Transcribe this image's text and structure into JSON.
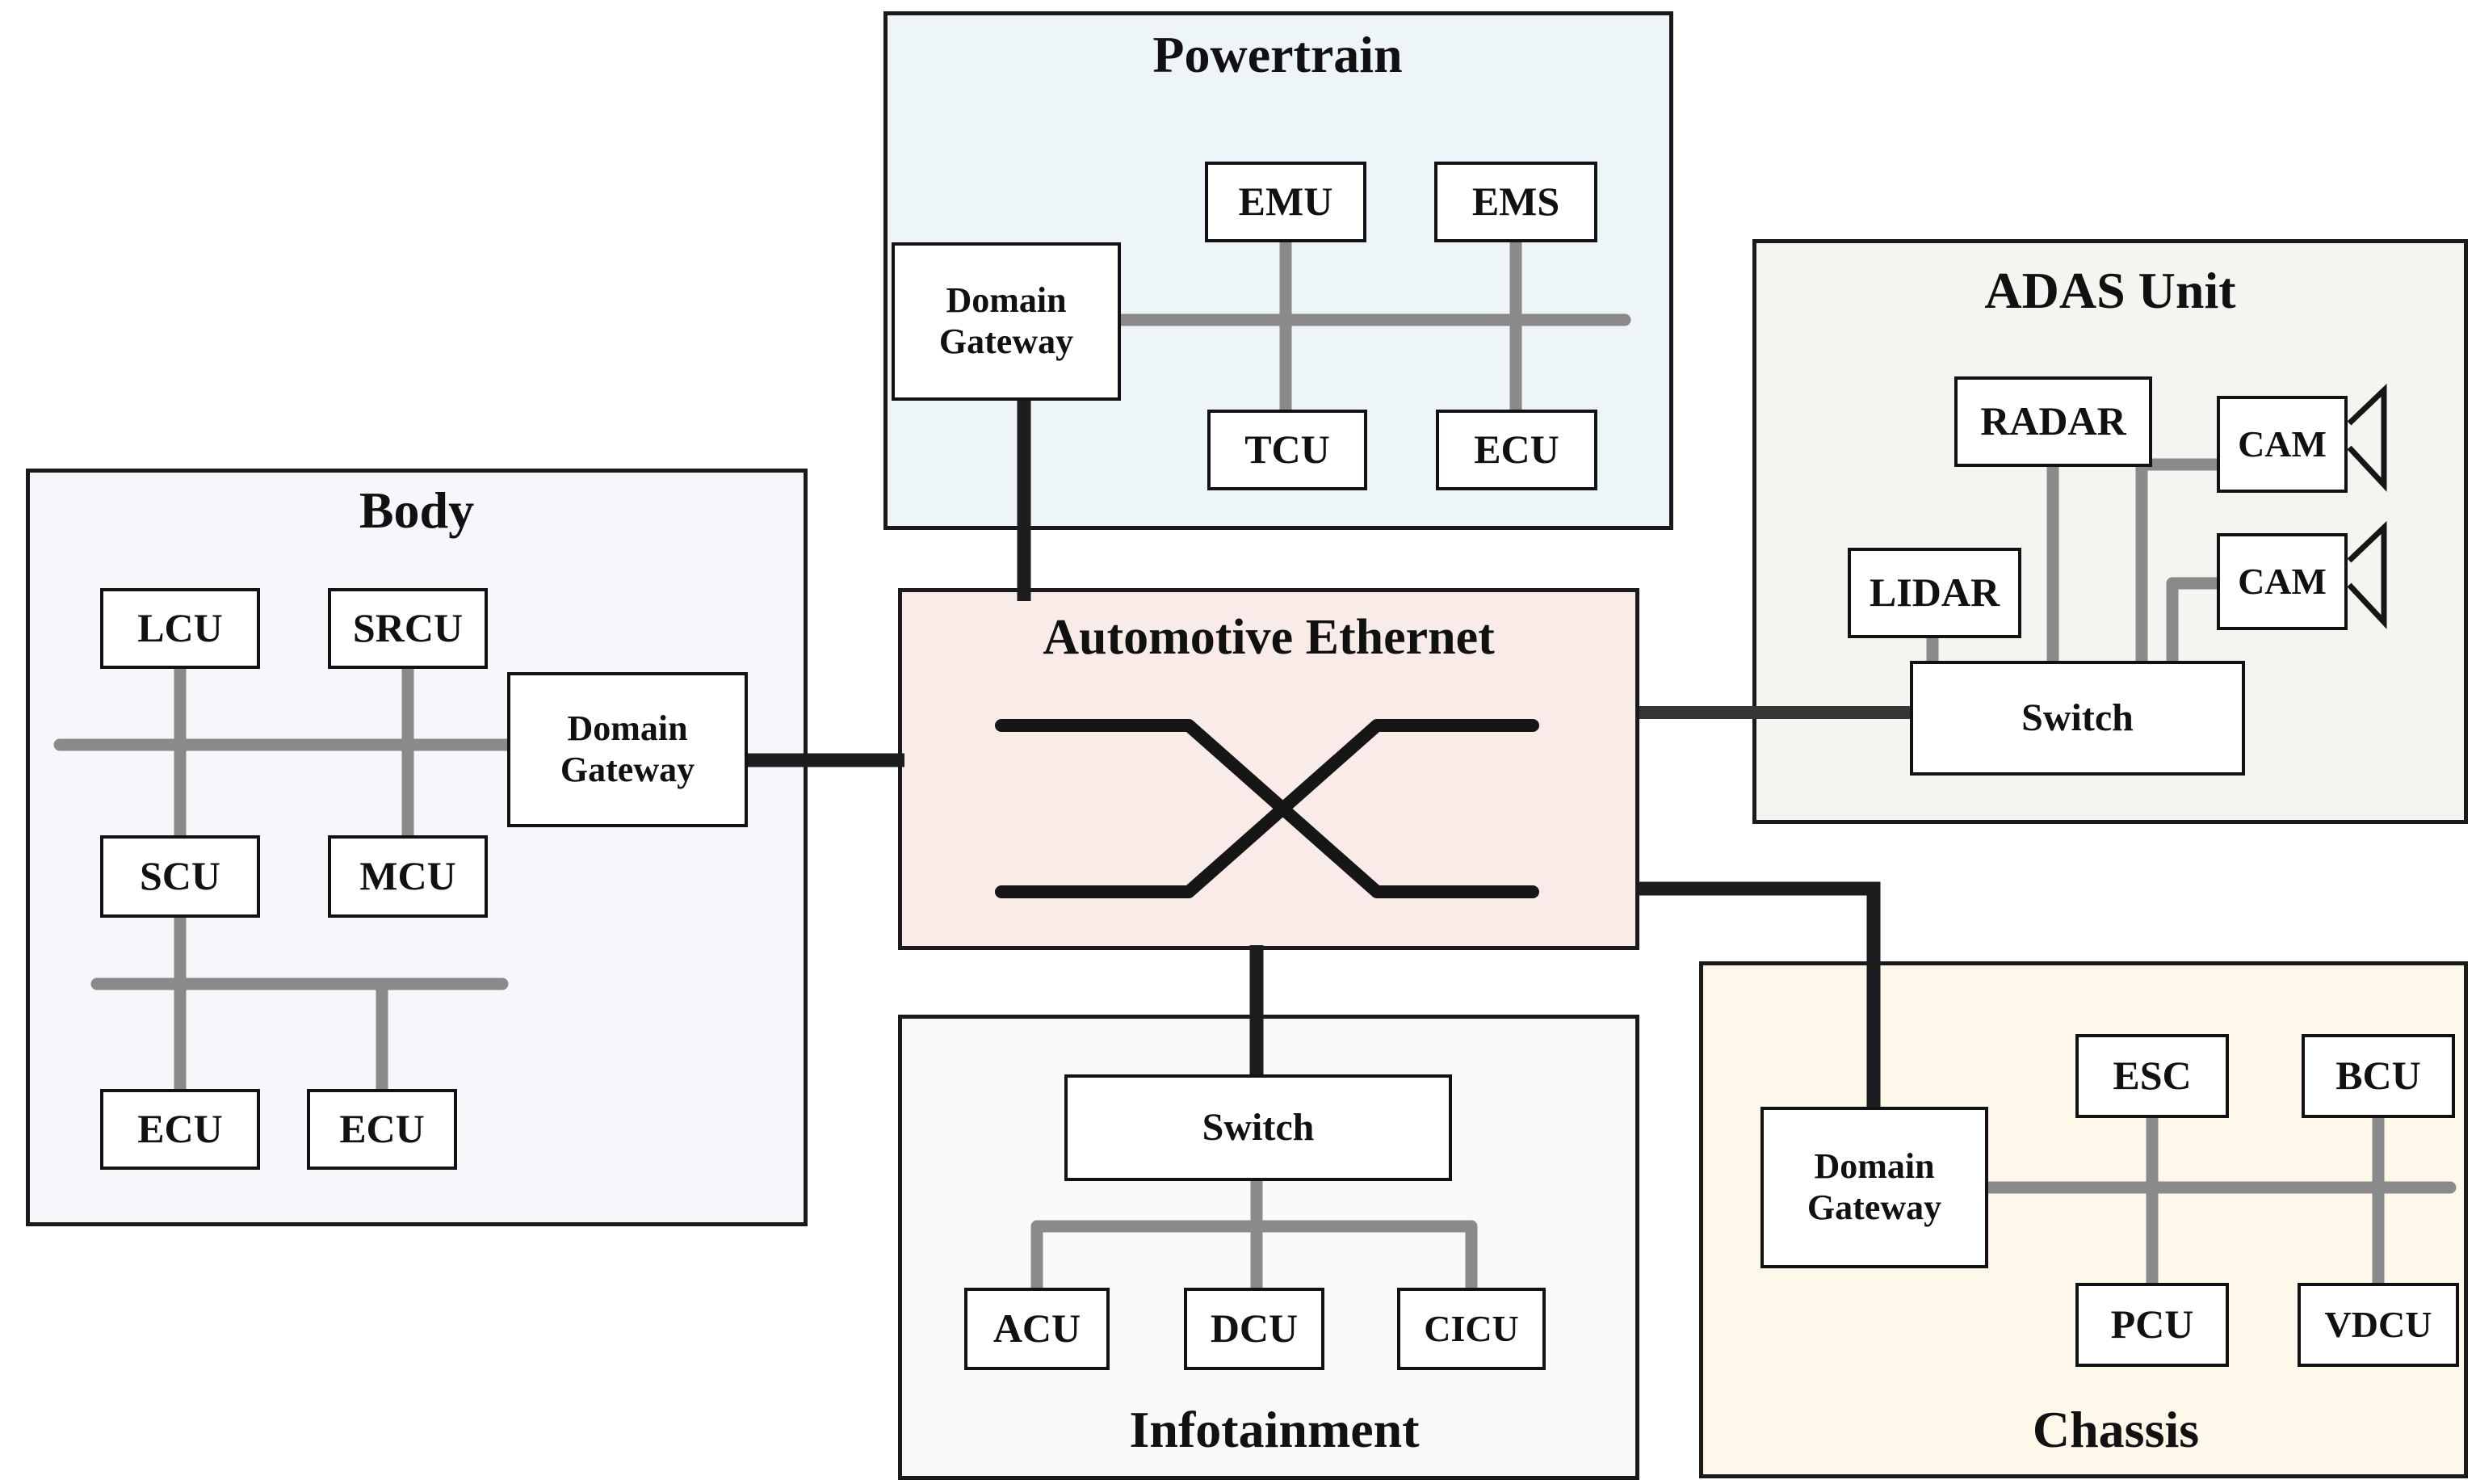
{
  "hub": {
    "title": "Automotive Ethernet"
  },
  "powertrain": {
    "title": "Powertrain",
    "gateway": "Domain Gateway",
    "emu": "EMU",
    "ems": "EMS",
    "tcu": "TCU",
    "ecu": "ECU"
  },
  "body_domain": {
    "title": "Body",
    "lcu": "LCU",
    "srcu": "SRCU",
    "gateway": "Domain Gateway",
    "scu": "SCU",
    "mcu": "MCU",
    "ecu1": "ECU",
    "ecu2": "ECU"
  },
  "adas": {
    "title": "ADAS Unit",
    "radar": "RADAR",
    "lidar": "LIDAR",
    "cam1": "CAM",
    "cam2": "CAM",
    "switch": "Switch"
  },
  "infotainment": {
    "title": "Infotainment",
    "switch": "Switch",
    "acu": "ACU",
    "dcu": "DCU",
    "cicu": "CICU"
  },
  "chassis": {
    "title": "Chassis",
    "gateway": "Domain Gateway",
    "esc": "ESC",
    "bcu": "BCU",
    "pcu": "PCU",
    "vdcu": "VDCU"
  },
  "colors": {
    "powertrain_bg": "#eef5f8",
    "body_bg": "#f7f6fb",
    "adas_bg": "#f4f4f0",
    "hub_bg": "#f9ebe8",
    "infotainment_bg": "#f9f9f9",
    "chassis_bg": "#fdf8ea",
    "node_bg": "#ffffff",
    "bus_gray": "#8a8a8a",
    "line_black": "#1d1d1d",
    "link_dark_gray": "#363636",
    "glyph_black": "#161616"
  }
}
